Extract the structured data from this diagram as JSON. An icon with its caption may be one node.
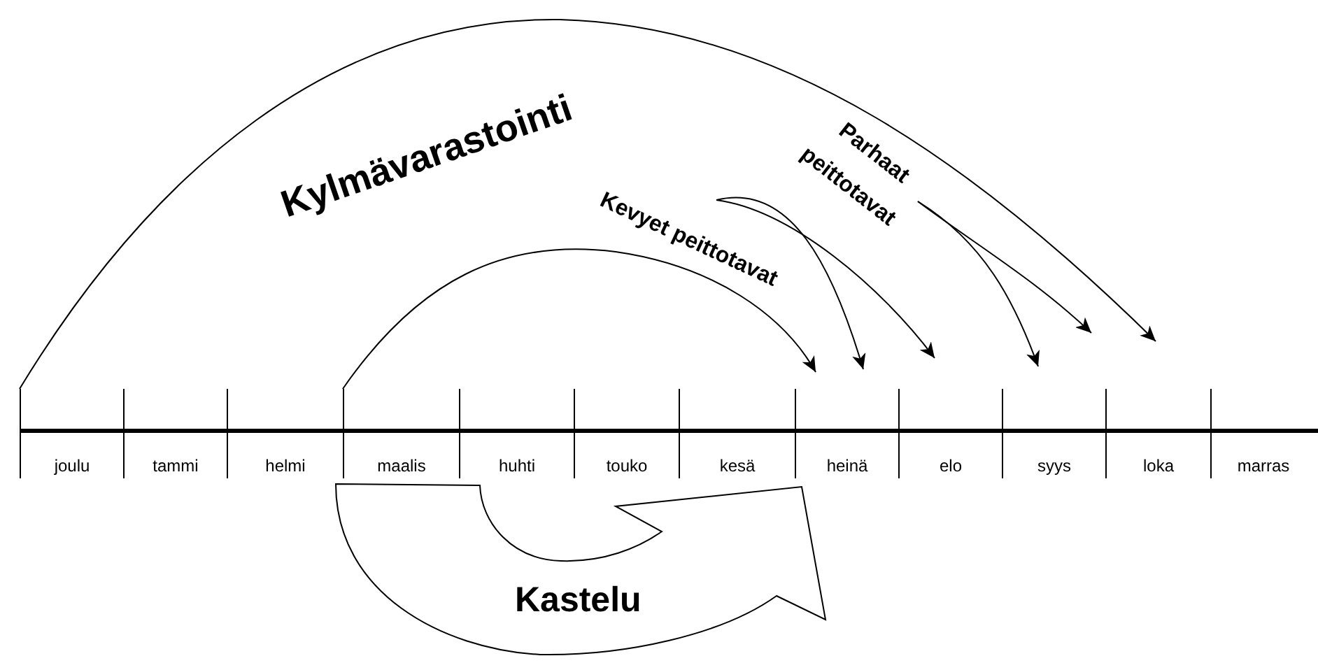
{
  "diagram": {
    "nodes": [
      {
        "text": [
          "joulu"
        ]
      },
      {
        "text": [
          "tammi"
        ]
      },
      {
        "text": [
          "helmi"
        ]
      },
      {
        "text": [
          "maalis"
        ]
      },
      {
        "text": [
          "huhti"
        ]
      },
      {
        "text": [
          "touko"
        ]
      },
      {
        "text": [
          "kesä"
        ]
      },
      {
        "text": [
          "heinä"
        ]
      },
      {
        "text": [
          "elo"
        ]
      },
      {
        "text": [
          "syys"
        ]
      },
      {
        "text": [
          "loka"
        ]
      },
      {
        "text": [
          "marras"
        ]
      },
      {
        "text": [
          "Kastelu"
        ]
      },
      {
        "text": [
          "Parhaat peittotavat"
        ]
      }
    ],
    "edges": [
      {
        "from": 0,
        "to": 10,
        "arrow": "to",
        "label": "Kylmävarastointi"
      },
      {
        "from": 3,
        "to": 7,
        "arrow": "to",
        "label": "Kevyet peittotavat"
      },
      {
        "from": null,
        "to": 7,
        "arrow": "to"
      },
      {
        "from": null,
        "to": 8,
        "arrow": "to"
      },
      {
        "from": 13,
        "to": 9,
        "arrow": "to"
      },
      {
        "from": 13,
        "to": 9,
        "arrow": "to"
      }
    ]
  }
}
